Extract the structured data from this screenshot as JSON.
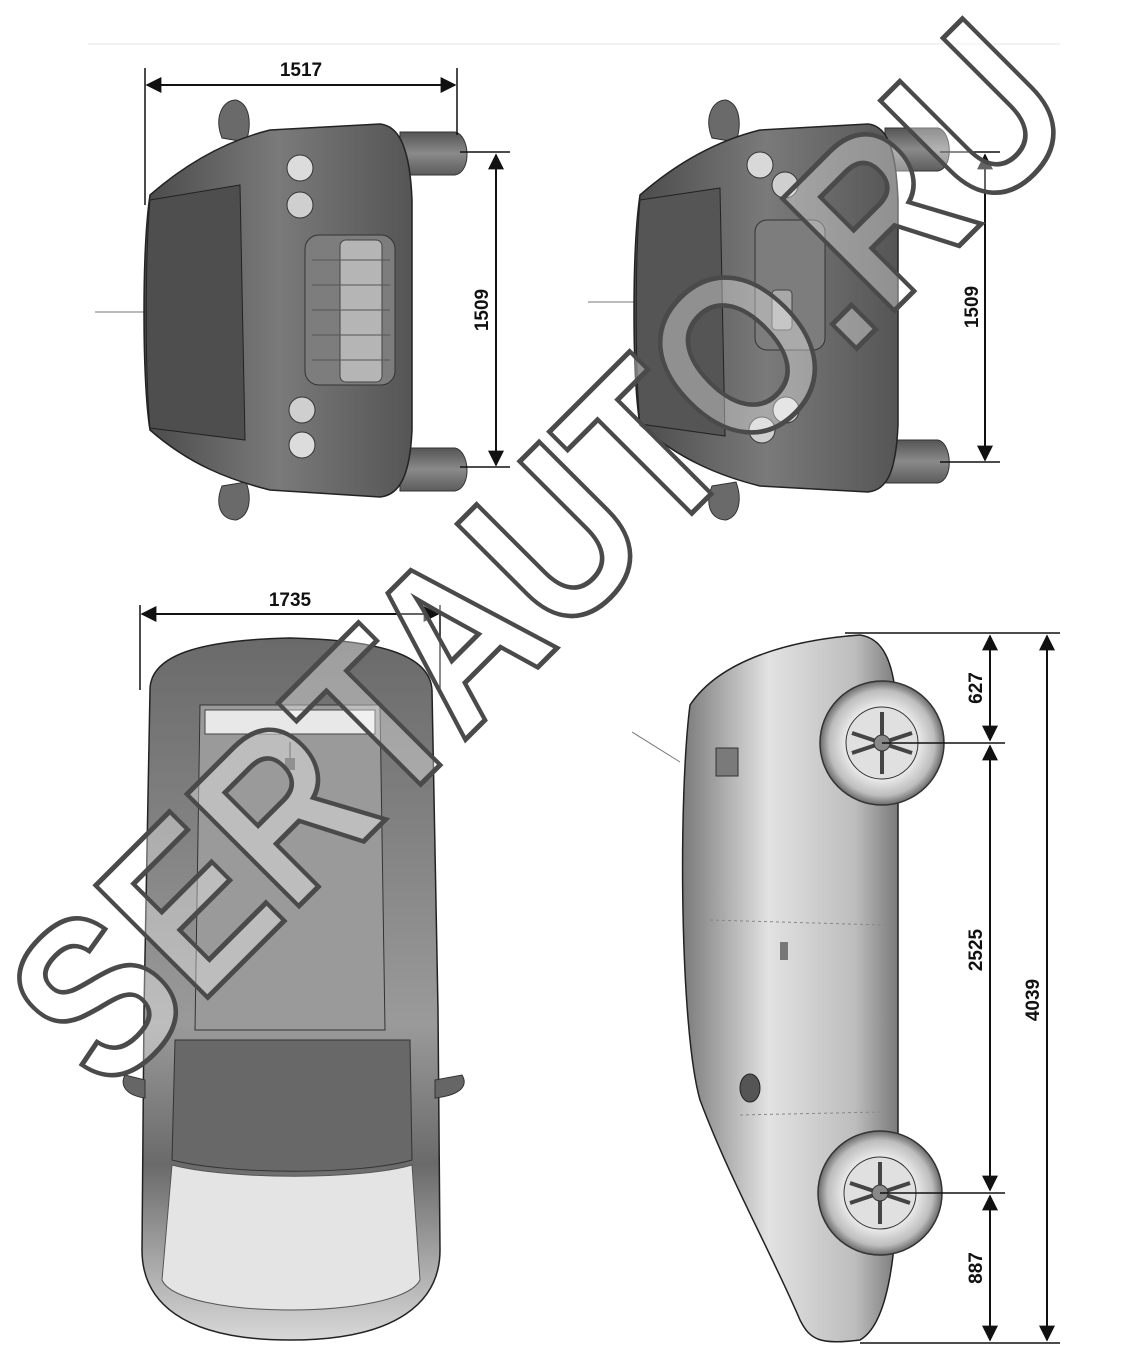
{
  "dimensions": {
    "front_track": "1517",
    "front_height": "1509",
    "rear_height": "1509",
    "overall_width": "1735",
    "front_overhang": "627",
    "wheelbase": "2525",
    "overall_length": "4039",
    "rear_overhang": "887"
  },
  "watermark": "SERTAUTO.RU",
  "icons": {
    "front_view": "car-front-view-icon",
    "rear_view": "car-rear-view-icon",
    "top_view": "car-top-view-icon",
    "side_view": "car-side-view-icon"
  },
  "colors": {
    "body_dark": "#5a5a5a",
    "body_mid": "#8a8a8a",
    "body_light": "#cfcfcf",
    "line": "#111111",
    "watermark": "#4a4a4a"
  }
}
